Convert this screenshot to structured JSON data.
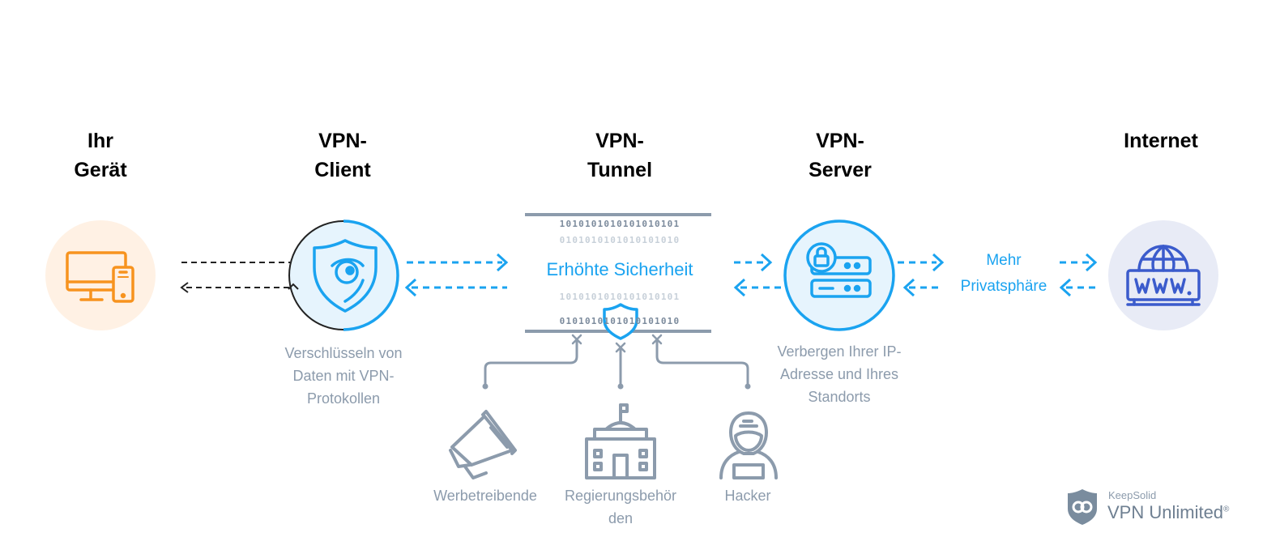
{
  "headings": {
    "device": {
      "line1": "Ihr",
      "line2": "Gerät"
    },
    "client": {
      "line1": "VPN-",
      "line2": "Client"
    },
    "tunnel": {
      "line1": "VPN-",
      "line2": "Tunnel"
    },
    "server": {
      "line1": "VPN-",
      "line2": "Server"
    },
    "internet": {
      "line1": "Internet"
    }
  },
  "tunnel_label": "Erhöhte Sicherheit",
  "tunnel_bits": {
    "row1": "1010101010101010101",
    "row2": "0101010101010101010",
    "row3": "1010101010101010101",
    "row4": "0101010101010101010"
  },
  "privacy_label": {
    "line1": "Mehr",
    "line2": "Privatsphäre"
  },
  "captions": {
    "client": [
      "Verschlüsseln von",
      "Daten mit VPN-",
      "Protokollen"
    ],
    "server": [
      "Verbergen Ihrer IP-",
      "Adresse und Ihres",
      "Standorts"
    ]
  },
  "threats": [
    {
      "label": "Werbetreibende",
      "icon": "megaphone-icon"
    },
    {
      "label": "Regierungsbehör",
      "label2": "den",
      "icon": "government-building-icon"
    },
    {
      "label": "Hacker",
      "icon": "hacker-icon"
    }
  ],
  "brand": {
    "small": "KeepSolid",
    "big": "VPN Unlimited",
    "reg": "®"
  },
  "colors": {
    "blue": "#1aa3f0",
    "orange": "#f7931e",
    "orange_bg": "#fff1e4",
    "client_bg": "#e6f4fd",
    "internet_bg": "#e8ebf6",
    "internet_icon": "#3b5bcc",
    "gray": "#8c9bac",
    "bits_dark": "#7b8a9c",
    "bits_light": "#c7d0d9"
  }
}
